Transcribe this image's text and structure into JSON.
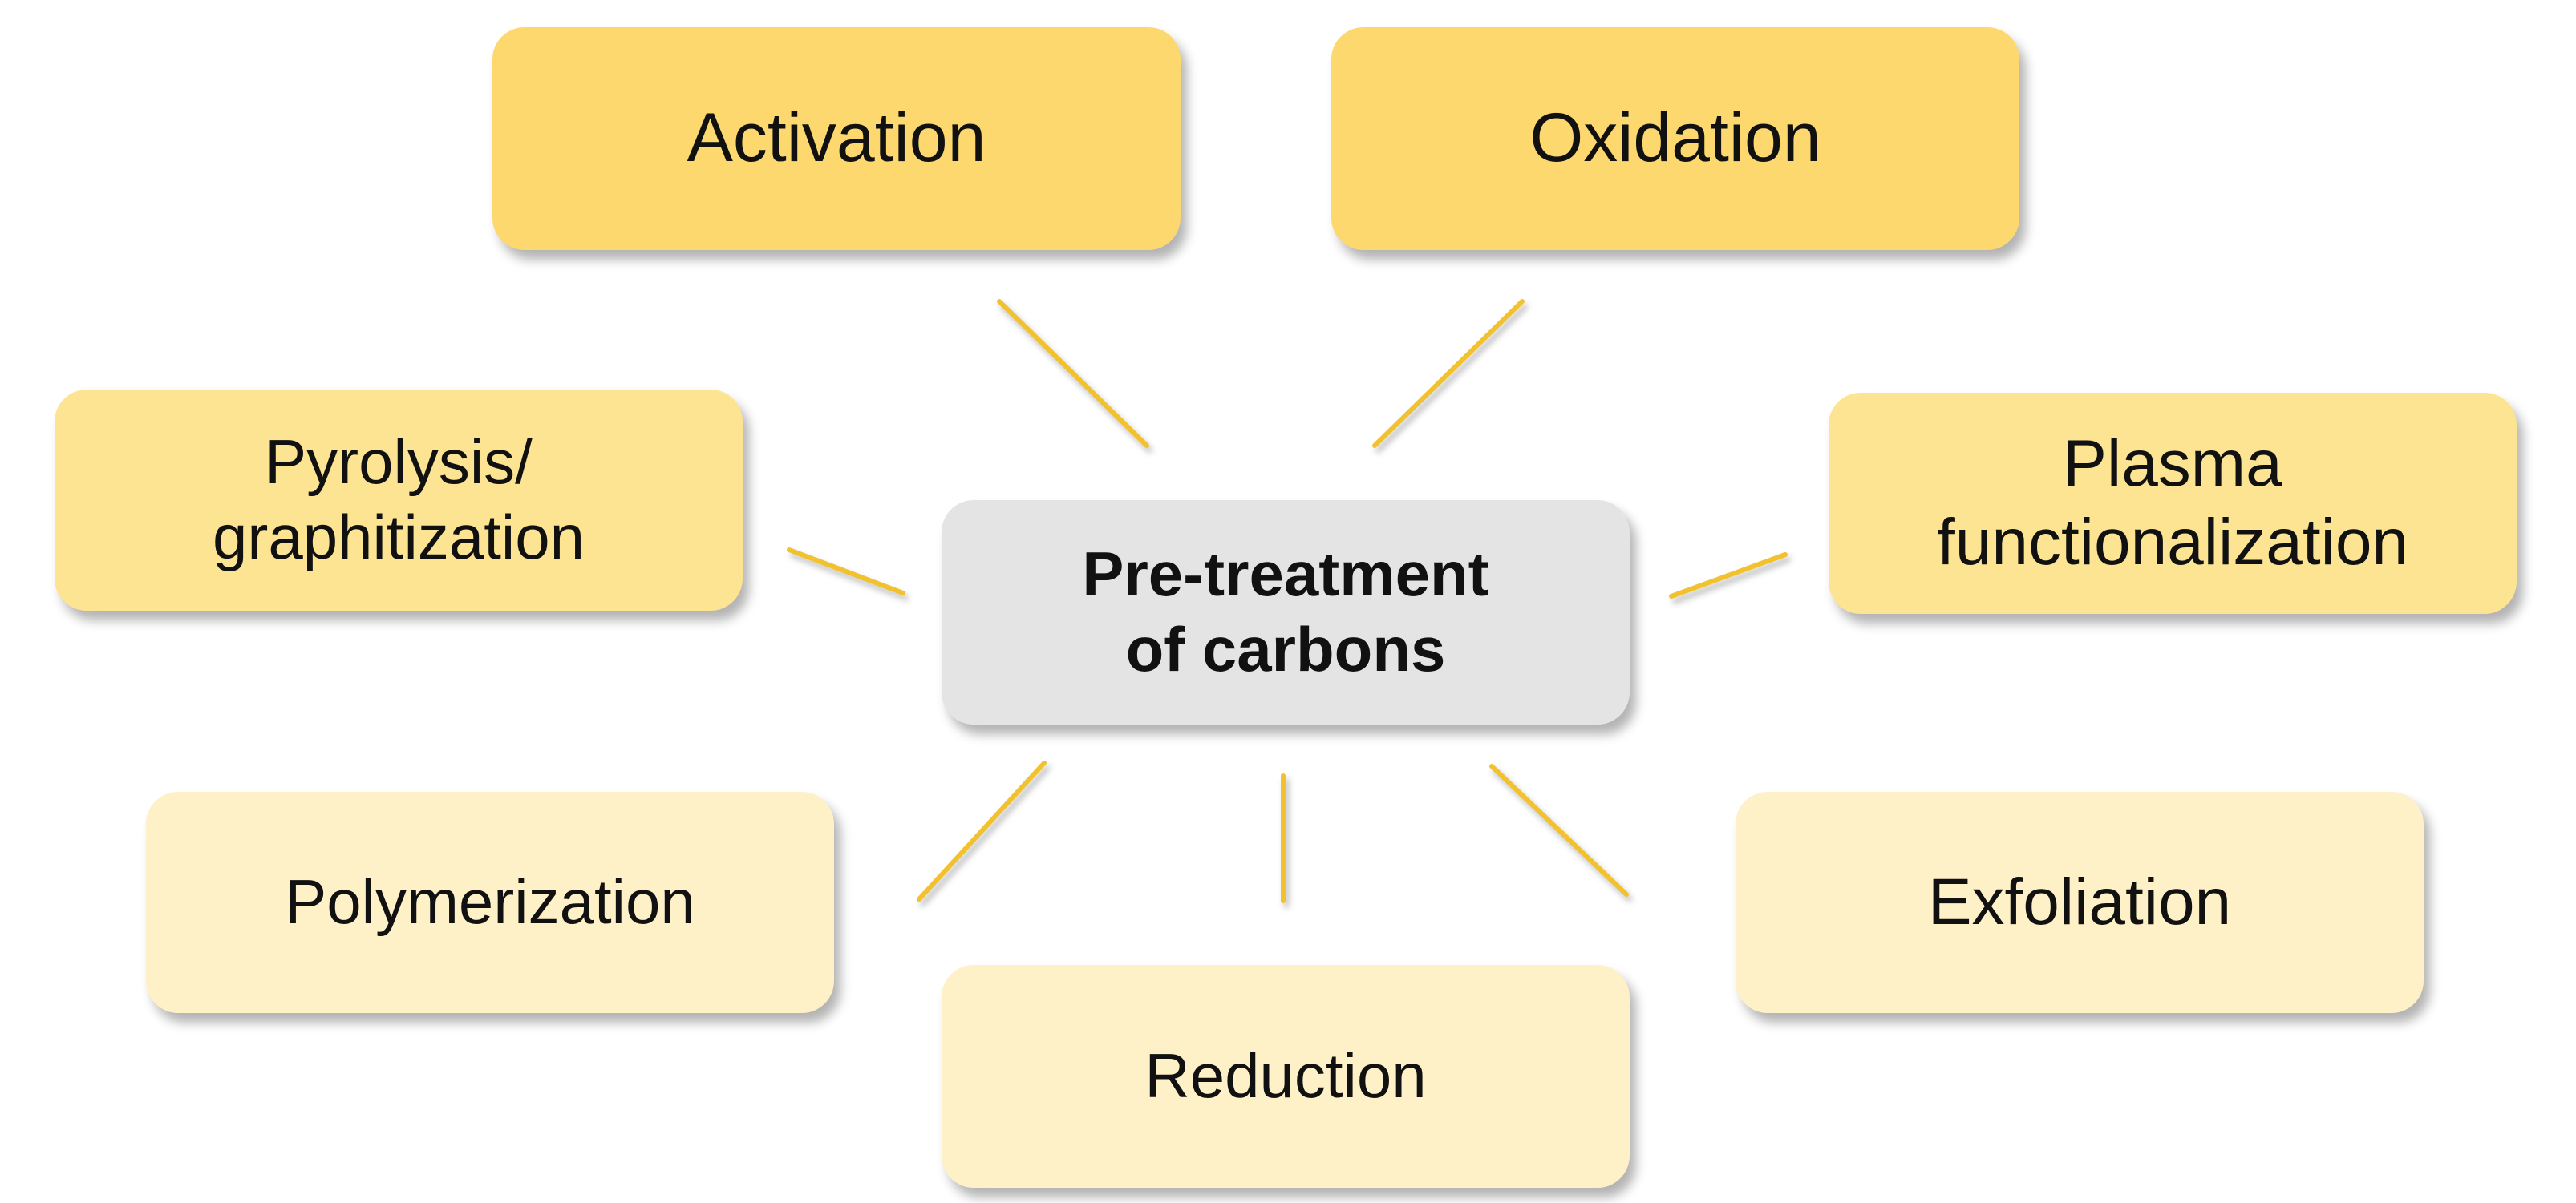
{
  "center": {
    "line1": "Pre-treatment",
    "line2": "of carbons",
    "color": "#e4e4e4"
  },
  "methods": {
    "activation": "Activation",
    "oxidation": "Oxidation",
    "pyrolysis": "Pyrolysis/\ngraphitization",
    "plasma": "Plasma\nfunctionalization",
    "polymerization": "Polymerization",
    "exfoliation": "Exfoliation",
    "reduction": "Reduction"
  },
  "colors": {
    "connector": "#f2c12e",
    "top_boxes": "#fcd86e",
    "middle_boxes": "#fde493",
    "bottom_boxes": "#fef0c7",
    "text": "#111111"
  }
}
